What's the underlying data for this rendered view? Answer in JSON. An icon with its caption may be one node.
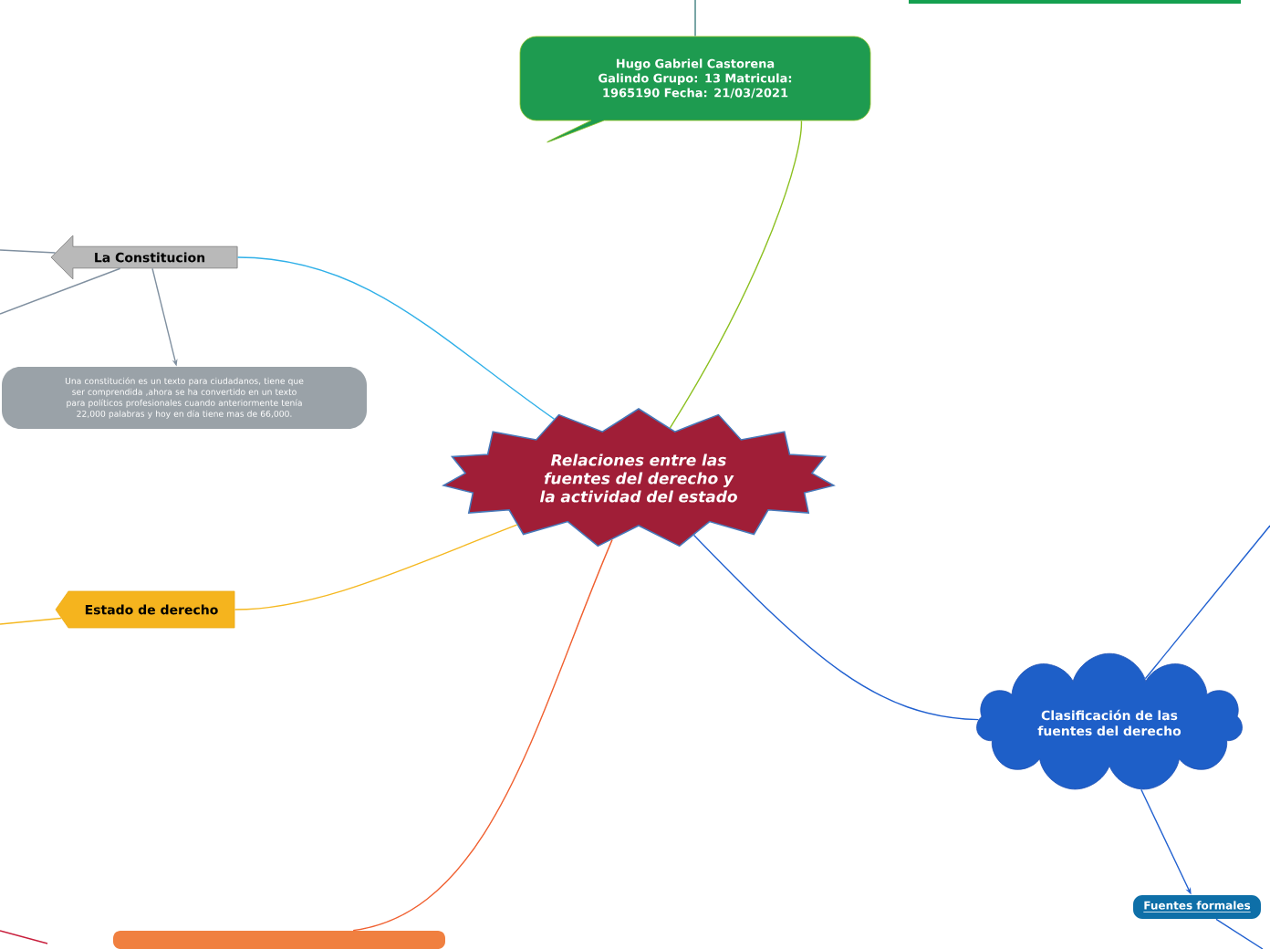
{
  "diagram": {
    "nodes": [
      {
        "text": [
          "Relaciones entre las fuentes del derecho y la actividad del estado"
        ]
      },
      {
        "text": [
          "Hugo Gabriel Castorena Galindo Grupo: 13 Matricula: 1965190 Fecha: 21/03/2021"
        ]
      },
      {
        "text": [
          "La Constitucion"
        ]
      },
      {
        "text": [
          "Una constitución es un texto para ciudadanos, tiene que ser comprendida ,ahora se ha convertido en un texto para políticos profesionales cuando anteriormente tenía 22,000 palabras y hoy en día tiene mas de 66,000."
        ]
      },
      {
        "text": [
          "Estado de derecho"
        ]
      },
      {
        "text": [
          "Clasificación de las fuentes del derecho"
        ]
      },
      {
        "text": [
          "Fuentes formales"
        ]
      },
      {
        "text": [],
        "shape": "box"
      },
      {
        "text": [],
        "shape": "box"
      }
    ],
    "edges": [
      {
        "from": 0,
        "to": 1,
        "arrow": "none",
        "color": "#8cc020"
      },
      {
        "from": 0,
        "to": 2,
        "arrow": "none",
        "color": "#30b0e8"
      },
      {
        "from": 0,
        "to": 4,
        "arrow": "none",
        "color": "#f5b820"
      },
      {
        "from": 0,
        "to": 5,
        "arrow": "none",
        "color": "#2060d0"
      },
      {
        "from": 0,
        "to": 7,
        "arrow": "none",
        "color": "#f06030"
      },
      {
        "from": 2,
        "to": 3,
        "arrow": "to",
        "color": "#8090a0"
      },
      {
        "from": 5,
        "to": 6,
        "arrow": "to",
        "color": "#2060d0"
      },
      {
        "from": null,
        "to": 1,
        "arrow": "none",
        "color": "#408080"
      },
      {
        "from": 2,
        "to": null,
        "arrow": "none",
        "color": "#8090a0"
      },
      {
        "from": 2,
        "to": null,
        "arrow": "none",
        "color": "#8090a0"
      },
      {
        "from": 4,
        "to": null,
        "arrow": "none",
        "color": "#f5b820"
      },
      {
        "from": 5,
        "to": null,
        "arrow": "none",
        "color": "#2060d0"
      },
      {
        "from": 6,
        "to": null,
        "arrow": "none",
        "color": "#2060d0"
      }
    ]
  }
}
